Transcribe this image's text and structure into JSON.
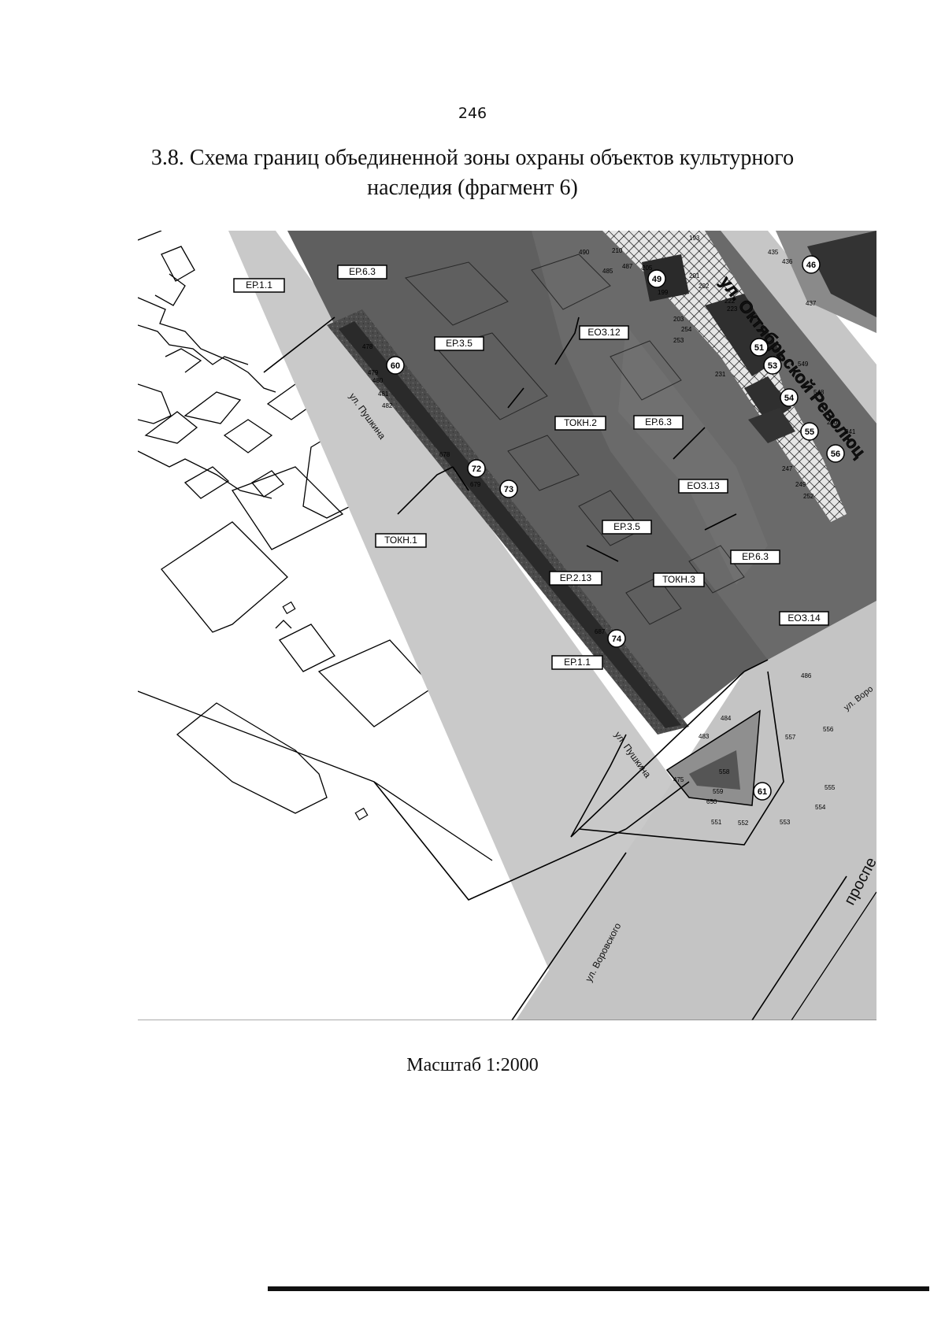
{
  "page_number": "246",
  "title": {
    "line1": "3.8. Схема границ объединенной зоны охраны объектов культурного",
    "line2": "наследия (фрагмент 6)"
  },
  "zone_labels": {
    "ep_1_1_top": "ЕР.1.1",
    "ep_6_3_top": "ЕР.6.3",
    "ep_3_5_top": "ЕР.3.5",
    "eoz_12": "ЕОЗ.12",
    "tokn_2": "ТОКН.2",
    "ep_6_3_mid": "ЕР.6.3",
    "eoz_13": "ЕОЗ.13",
    "tokn_1": "ТОКН.1",
    "ep_3_5_mid": "ЕР.3.5",
    "ep_2_13": "ЕР.2.13",
    "tokn_3": "ТОКН.3",
    "ep_6_3_right": "ЕР.6.3",
    "eoz_14": "ЕОЗ.14",
    "ep_1_1_bottom": "ЕР.1.1"
  },
  "objects": {
    "o46": "46",
    "o49": "49",
    "o51": "51",
    "o53": "53",
    "o54": "54",
    "o55": "55",
    "o56": "56",
    "o60": "60",
    "o72": "72",
    "o73": "73",
    "o74": "74",
    "o61": "61"
  },
  "streets": {
    "pushkina_upper": "ул. Пушкина",
    "pushkina_lower": "ул. Пушкина",
    "oktyabrskoy": "ул. Октябрьской Революц",
    "vorovskogo_right": "ул. Воро",
    "vorovskogo_bottom": "ул. Воровского",
    "prospekt": "проспе"
  },
  "point_numbers": {
    "p478": "478",
    "p479": "479",
    "p480": "480",
    "p481": "481",
    "p482": "482",
    "p678": "678",
    "p679": "679",
    "p687": "687",
    "p483": "483",
    "p484": "484",
    "p485": "485",
    "p475": "475",
    "p486": "486",
    "p487": "487",
    "p490": "490",
    "p435": "435",
    "p436": "436",
    "p437": "437",
    "p201": "201",
    "p202": "202",
    "p222": "222",
    "p223": "223",
    "p231": "231",
    "p549": "549",
    "p548": "548",
    "p240": "240",
    "p241": "241",
    "p247": "247",
    "p249": "249",
    "p252": "252",
    "p557": "557",
    "p556": "556",
    "p558": "558",
    "p559": "559",
    "p650": "650",
    "p551": "551",
    "p552": "552",
    "p553": "553",
    "p554": "554",
    "p555": "555",
    "p203": "203",
    "p253": "253",
    "p254": "254",
    "p199": "199",
    "p210": "210",
    "p205": "205",
    "p193": "193"
  },
  "scale": "Масштаб 1:2000"
}
